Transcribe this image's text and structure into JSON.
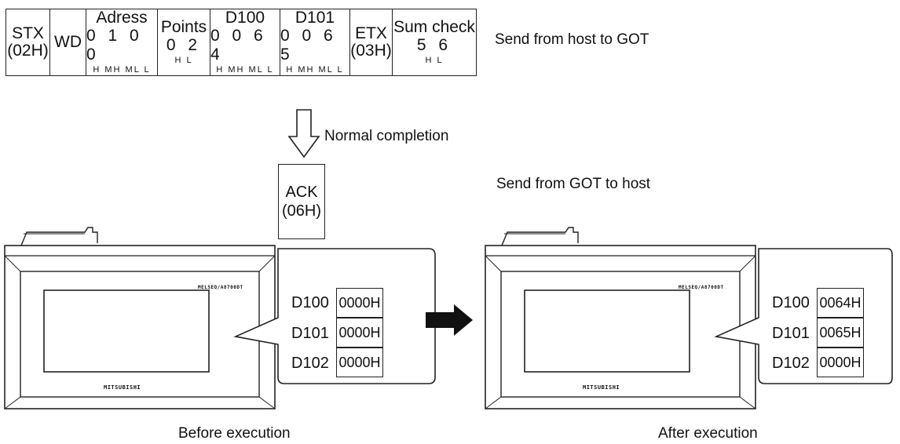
{
  "frame": {
    "stx": {
      "line1": "STX",
      "line2": "(02H)"
    },
    "wd": "WD",
    "address": {
      "title": "Adress",
      "digits": "0 1 0 0",
      "sub": "H MH ML L"
    },
    "points": {
      "title": "Points",
      "digits": "0 2",
      "sub": "H  L"
    },
    "d100": {
      "title": "D100",
      "digits": "0 0 6 4",
      "sub": "H MH ML L"
    },
    "d101": {
      "title": "D101",
      "digits": "0 0 6 5",
      "sub": "H MH ML L"
    },
    "etx": {
      "line1": "ETX",
      "line2": "(03H)"
    },
    "sumcheck": {
      "title": "Sum check",
      "digits": "5 6",
      "sub": "H  L"
    }
  },
  "send_host_to_got": "Send from host to GOT",
  "normal_completion": "Normal completion",
  "ack": {
    "line1": "ACK",
    "line2": "(06H)"
  },
  "send_got_to_host": "Send from GOT to host",
  "before": {
    "caption": "Before execution",
    "model": "MELSEQ/A8700DT",
    "brand": "MITSUBISHI",
    "registers": [
      {
        "name": "D100",
        "value": "0000H"
      },
      {
        "name": "D101",
        "value": "0000H"
      },
      {
        "name": "D102",
        "value": "0000H"
      }
    ]
  },
  "after": {
    "caption": "After execution",
    "model": "MELSEQ/A8700DT",
    "brand": "MITSUBISHI",
    "registers": [
      {
        "name": "D100",
        "value": "0064H"
      },
      {
        "name": "D101",
        "value": "0065H"
      },
      {
        "name": "D102",
        "value": "0000H"
      }
    ]
  }
}
